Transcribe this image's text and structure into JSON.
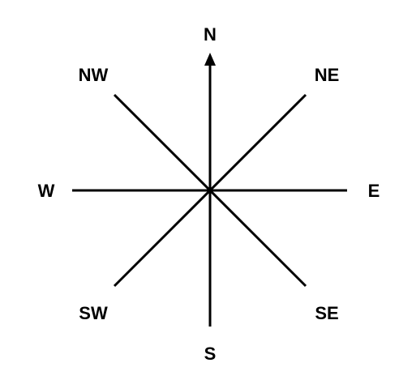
{
  "compass": {
    "labels": {
      "n": "N",
      "ne": "NE",
      "e": "E",
      "se": "SE",
      "s": "S",
      "sw": "SW",
      "w": "W",
      "nw": "NW"
    },
    "north_arrow": true,
    "line_color": "#000000",
    "text_color": "#000000",
    "background": "#ffffff"
  }
}
